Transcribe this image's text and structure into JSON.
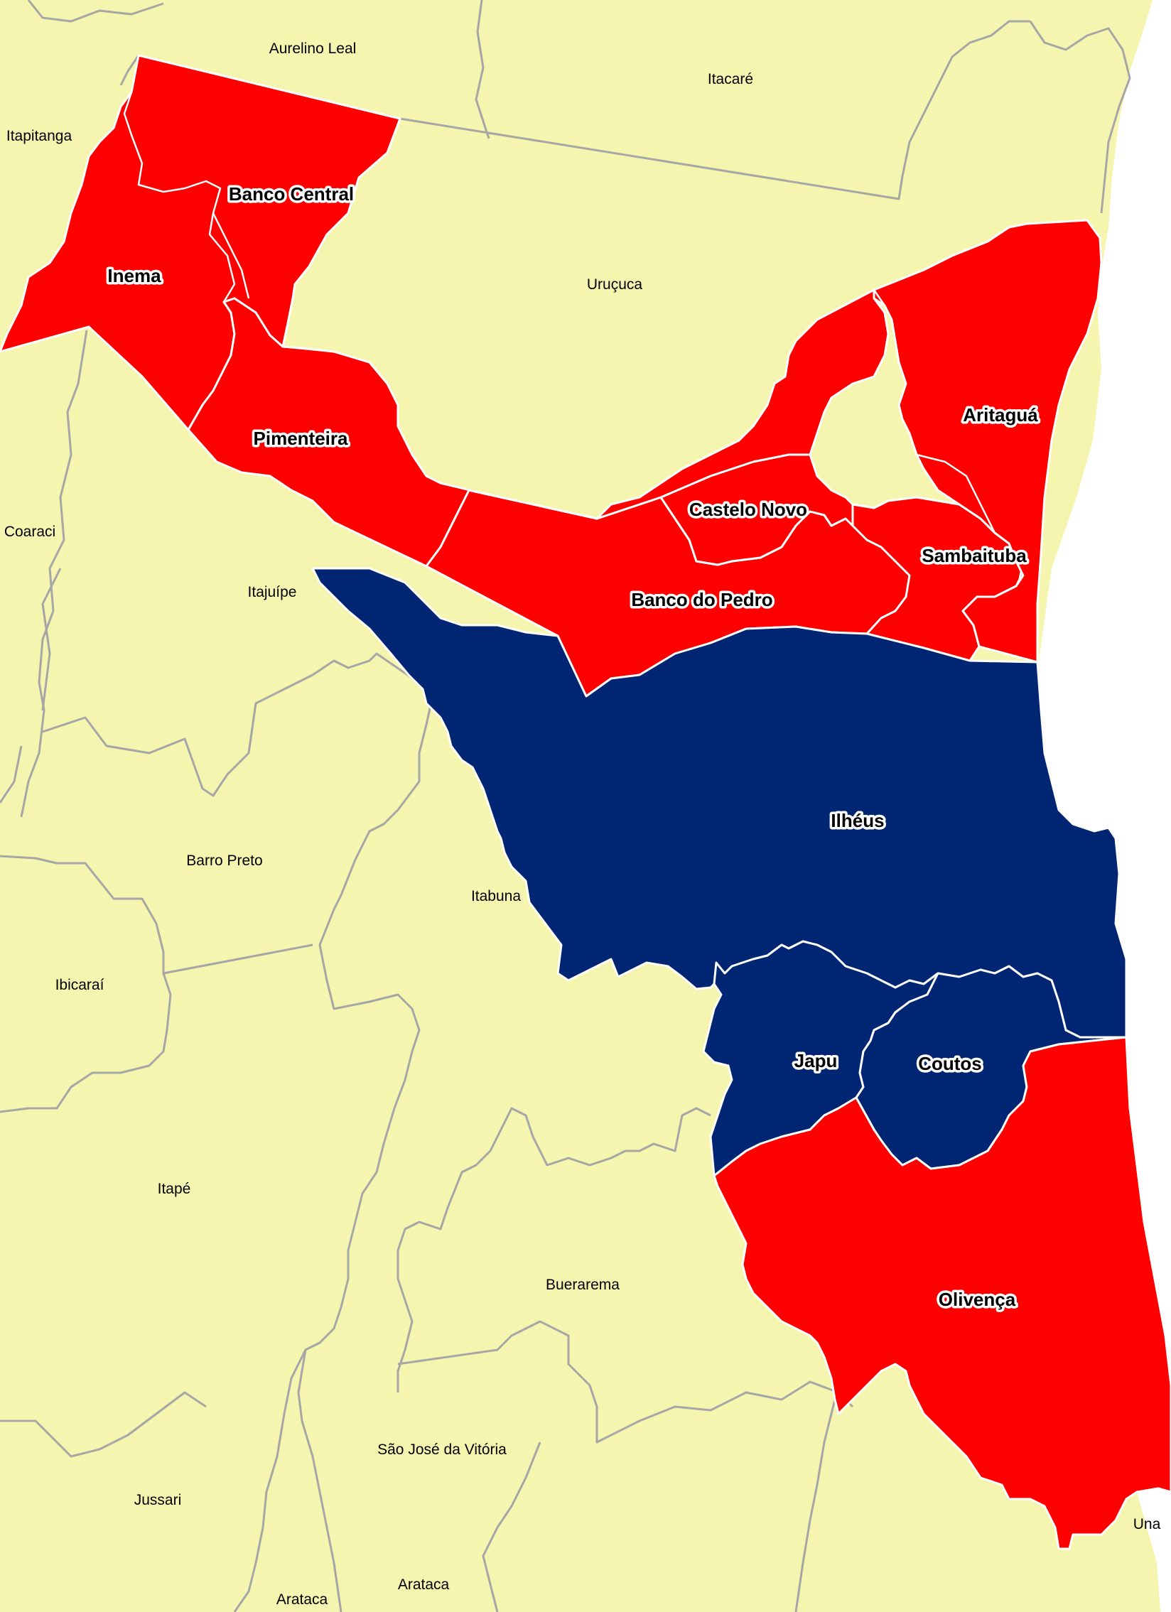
{
  "colors": {
    "land": "#f5f5b0",
    "sea": "#ffffff",
    "winner_red": "#ff0000",
    "winner_blue": "#002673",
    "municipal_border": "#a6a6a6",
    "district_border": "#ffffff"
  },
  "legend": {
    "red_districts": [
      "Banco Central",
      "Inema",
      "Pimenteira",
      "Aritaguá",
      "Castelo Novo",
      "Sambaituba",
      "Banco do Pedro",
      "Olivença"
    ],
    "blue_districts": [
      "Ilhéus",
      "Japu",
      "Coutos"
    ]
  },
  "districts": [
    {
      "name": "Banco Central",
      "fill": "red"
    },
    {
      "name": "Inema",
      "fill": "red"
    },
    {
      "name": "Pimenteira",
      "fill": "red"
    },
    {
      "name": "Aritaguá",
      "fill": "red"
    },
    {
      "name": "Castelo Novo",
      "fill": "red"
    },
    {
      "name": "Sambaituba",
      "fill": "red"
    },
    {
      "name": "Banco do Pedro",
      "fill": "red"
    },
    {
      "name": "Ilhéus",
      "fill": "blue"
    },
    {
      "name": "Japu",
      "fill": "blue"
    },
    {
      "name": "Coutos",
      "fill": "blue"
    },
    {
      "name": "Olivença",
      "fill": "red"
    }
  ],
  "neighbors": [
    "Aurelino Leal",
    "Itacaré",
    "Itapitanga",
    "Uruçuca",
    "Coaraci",
    "Itajuípe",
    "Barro Preto",
    "Itabuna",
    "Ibicaraí",
    "Itapé",
    "Buerarema",
    "São José da Vitória",
    "Jussari",
    "Arataca",
    "Arataca",
    "Una"
  ]
}
